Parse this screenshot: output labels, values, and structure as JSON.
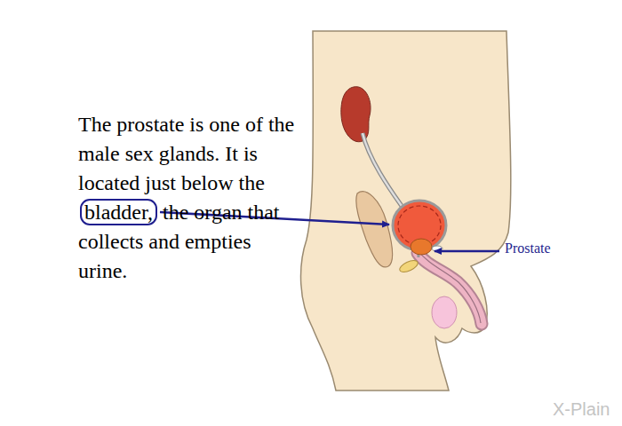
{
  "diagram": {
    "nodes": [
      {
        "text": [
          "bladder,"
        ]
      }
    ],
    "labels": [
      "The prostate is one of the male sex glands. It is located just below the",
      "the organ that collects and empties urine.",
      "Prostate",
      "X-Plain"
    ]
  }
}
